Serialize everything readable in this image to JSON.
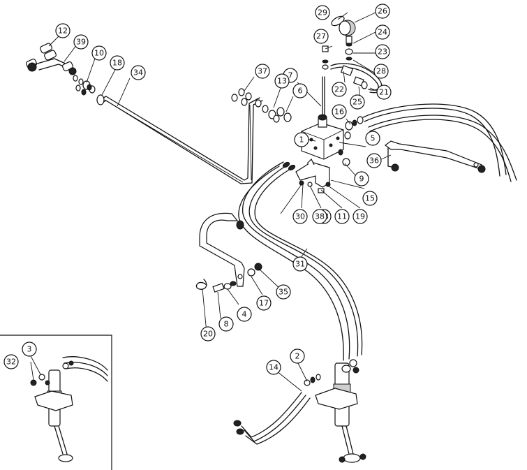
{
  "diagram": {
    "callouts": [
      {
        "id": "c1",
        "label": "1"
      },
      {
        "id": "c2",
        "label": "2"
      },
      {
        "id": "c3",
        "label": "3"
      },
      {
        "id": "c4",
        "label": "4"
      },
      {
        "id": "c5",
        "label": "5"
      },
      {
        "id": "c6",
        "label": "6"
      },
      {
        "id": "c7",
        "label": "7"
      },
      {
        "id": "c8",
        "label": "8"
      },
      {
        "id": "c9",
        "label": "9"
      },
      {
        "id": "c10",
        "label": "10"
      },
      {
        "id": "c11",
        "label": "11"
      },
      {
        "id": "c12",
        "label": "12"
      },
      {
        "id": "c13",
        "label": "13"
      },
      {
        "id": "c14",
        "label": "14"
      },
      {
        "id": "c15",
        "label": "15"
      },
      {
        "id": "c16",
        "label": "16"
      },
      {
        "id": "c17",
        "label": "17"
      },
      {
        "id": "c18",
        "label": "18"
      },
      {
        "id": "c19",
        "label": "19"
      },
      {
        "id": "c20",
        "label": "20"
      },
      {
        "id": "c21",
        "label": "21"
      },
      {
        "id": "c22",
        "label": "22"
      },
      {
        "id": "c23",
        "label": "23"
      },
      {
        "id": "c24",
        "label": "24"
      },
      {
        "id": "c25",
        "label": "25"
      },
      {
        "id": "c26",
        "label": "26"
      },
      {
        "id": "c27",
        "label": "27"
      },
      {
        "id": "c28",
        "label": "28"
      },
      {
        "id": "c29",
        "label": "29"
      },
      {
        "id": "c30",
        "label": "30"
      },
      {
        "id": "c31",
        "label": "31"
      },
      {
        "id": "c32",
        "label": "32"
      },
      {
        "id": "c33",
        "label": "33"
      },
      {
        "id": "c34",
        "label": "34"
      },
      {
        "id": "c35",
        "label": "35"
      },
      {
        "id": "c36",
        "label": "36"
      },
      {
        "id": "c37",
        "label": "37"
      },
      {
        "id": "c38",
        "label": "38"
      },
      {
        "id": "c39",
        "label": "39"
      }
    ]
  }
}
